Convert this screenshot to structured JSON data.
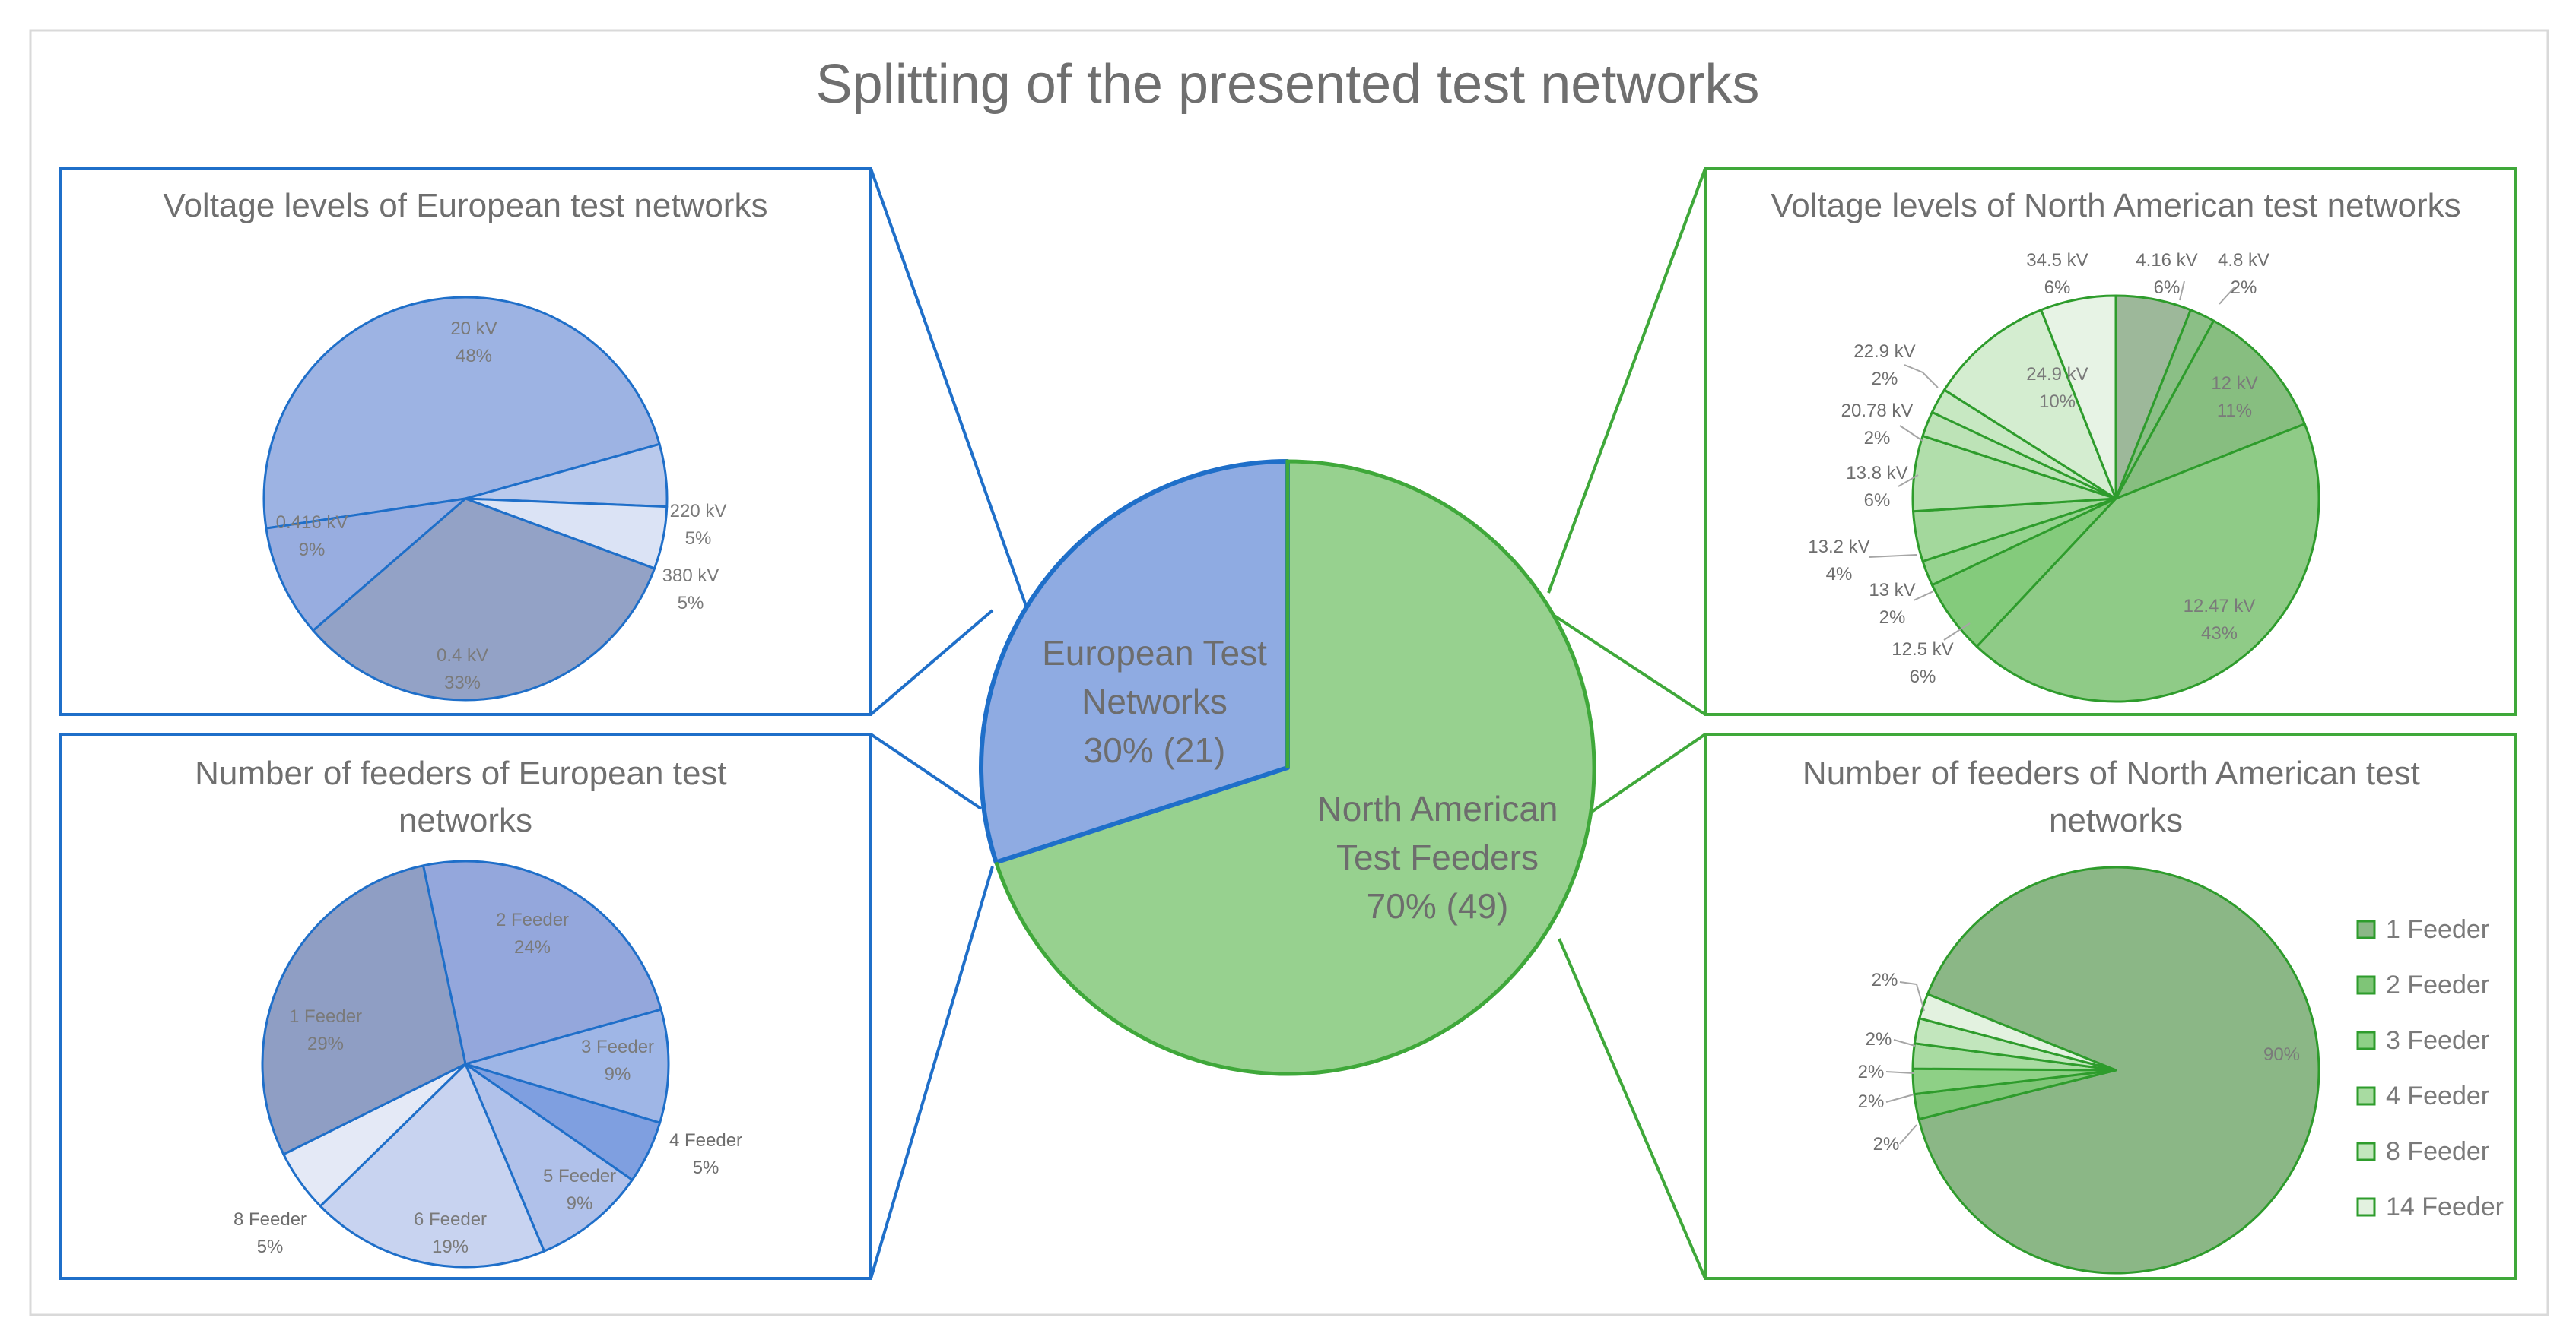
{
  "chart_data": [
    {
      "id": "main",
      "type": "pie",
      "title": "Splitting of the presented test networks",
      "slices": [
        {
          "label_lines": [
            "European Test",
            "Networks",
            "30% (21)"
          ],
          "value": 30,
          "count": 21,
          "color": "#8fabe2"
        },
        {
          "label_lines": [
            "North American",
            "Test Feeders",
            "70% (49)"
          ],
          "value": 70,
          "count": 49,
          "color": "#97d18f"
        }
      ]
    },
    {
      "id": "eu_voltage",
      "type": "pie",
      "title": "Voltage levels of European test networks",
      "slices": [
        {
          "label": "20 kV",
          "pct": "48%",
          "value": 48,
          "color": "#9db3e3"
        },
        {
          "label": "220 kV",
          "pct": "5%",
          "value": 5,
          "color": "#b9c9ec"
        },
        {
          "label": "380 kV",
          "pct": "5%",
          "value": 5,
          "color": "#dbe3f5"
        },
        {
          "label": "0.4 kV",
          "pct": "33%",
          "value": 33,
          "color": "#93a2c6"
        },
        {
          "label": "0.416 kV",
          "pct": "9%",
          "value": 9,
          "color": "#98ade0"
        }
      ]
    },
    {
      "id": "eu_feeders",
      "type": "pie",
      "title": "Number of feeders of European test networks",
      "slices": [
        {
          "label": "2 Feeder",
          "pct": "24%",
          "value": 24,
          "color": "#94a7dc"
        },
        {
          "label": "3 Feeder",
          "pct": "9%",
          "value": 9,
          "color": "#9fb6e6"
        },
        {
          "label": "4 Feeder",
          "pct": "5%",
          "value": 5,
          "color": "#7f9fe0"
        },
        {
          "label": "5 Feeder",
          "pct": "9%",
          "value": 9,
          "color": "#b0c1ea"
        },
        {
          "label": "6 Feeder",
          "pct": "19%",
          "value": 19,
          "color": "#c8d3f0"
        },
        {
          "label": "8 Feeder",
          "pct": "5%",
          "value": 5,
          "color": "#e4e9f6"
        },
        {
          "label": "1 Feeder",
          "pct": "29%",
          "value": 29,
          "color": "#8f9ec4"
        }
      ]
    },
    {
      "id": "na_voltage",
      "type": "pie",
      "title": "Voltage levels of North American test networks",
      "slices": [
        {
          "label": "4.16 kV",
          "pct": "6%",
          "value": 6,
          "color": "#9db89a"
        },
        {
          "label": "4.8 kV",
          "pct": "2%",
          "value": 2,
          "color": "#8bbf86"
        },
        {
          "label": "12 kV",
          "pct": "11%",
          "value": 11,
          "color": "#87be80"
        },
        {
          "label": "12.47 kV",
          "pct": "43%",
          "value": 43,
          "color": "#8fcb87"
        },
        {
          "label": "12.5 kV",
          "pct": "6%",
          "value": 6,
          "color": "#84cb7c"
        },
        {
          "label": "13 kV",
          "pct": "2%",
          "value": 2,
          "color": "#96d38f"
        },
        {
          "label": "13.2 kV",
          "pct": "4%",
          "value": 4,
          "color": "#a3d89c"
        },
        {
          "label": "13.8 kV",
          "pct": "6%",
          "value": 6,
          "color": "#b1deab"
        },
        {
          "label": "20.78 kV",
          "pct": "2%",
          "value": 2,
          "color": "#bde3b7"
        },
        {
          "label": "22.9 kV",
          "pct": "2%",
          "value": 2,
          "color": "#c7e8c2"
        },
        {
          "label": "24.9 kV",
          "pct": "10%",
          "value": 10,
          "color": "#d4edd0"
        },
        {
          "label": "34.5 kV",
          "pct": "6%",
          "value": 6,
          "color": "#e7f3e5"
        }
      ]
    },
    {
      "id": "na_feeders",
      "type": "pie",
      "title": "Number of feeders of North American test networks",
      "legend": "right",
      "slices": [
        {
          "label": "1 Feeder",
          "pct": "90%",
          "value": 90,
          "color": "#8bb786"
        },
        {
          "label": "2 Feeder",
          "pct": "2%",
          "value": 2,
          "color": "#7fc577"
        },
        {
          "label": "3 Feeder",
          "pct": "2%",
          "value": 2,
          "color": "#8ed086"
        },
        {
          "label": "4 Feeder",
          "pct": "2%",
          "value": 2,
          "color": "#a8dba1"
        },
        {
          "label": "8 Feeder",
          "pct": "2%",
          "value": 2,
          "color": "#c2e6bd"
        },
        {
          "label": "14 Feeder",
          "pct": "2%",
          "value": 2,
          "color": "#e3f2e0"
        }
      ]
    }
  ]
}
